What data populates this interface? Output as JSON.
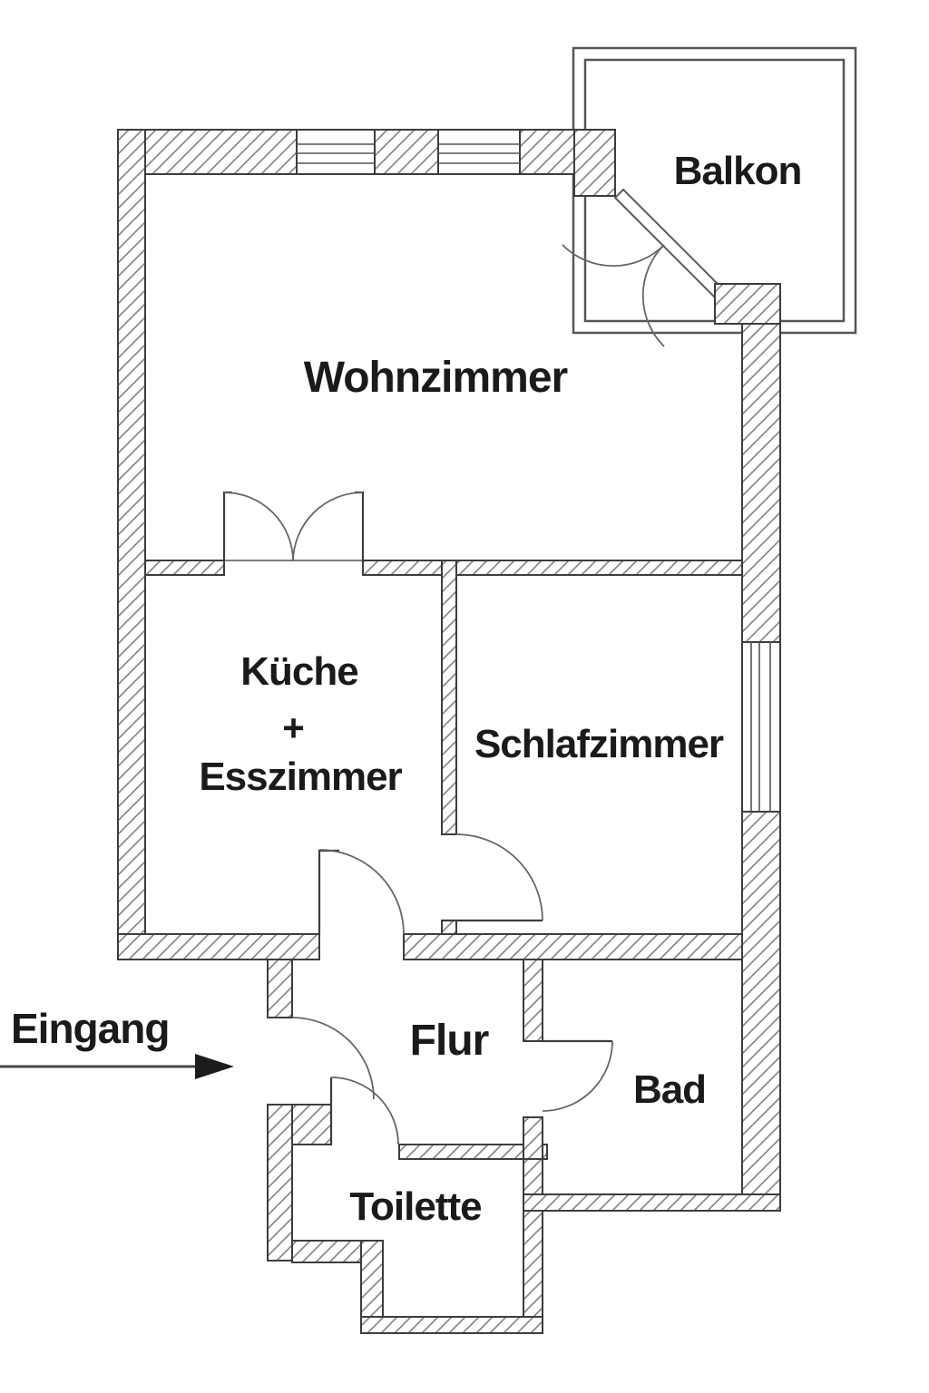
{
  "plan": {
    "type": "apartment-floor-plan",
    "language": "de"
  },
  "rooms": {
    "balkon": {
      "label": "Balkon"
    },
    "wohnzimmer": {
      "label": "Wohnzimmer"
    },
    "kueche_esszimmer": {
      "label_line1": "Küche",
      "label_line2": "+",
      "label_line3": "Esszimmer"
    },
    "schlafzimmer": {
      "label": "Schlafzimmer"
    },
    "flur": {
      "label": "Flur"
    },
    "bad": {
      "label": "Bad"
    },
    "toilette": {
      "label": "Toilette"
    }
  },
  "entrance": {
    "label": "Eingang"
  },
  "colors": {
    "background": "#ffffff",
    "wall_outline": "#3d3d3d",
    "wall_hatch": "#828282",
    "door_arc": "#666666",
    "balcony_outline": "#565656",
    "text": "#1a1a1a"
  }
}
